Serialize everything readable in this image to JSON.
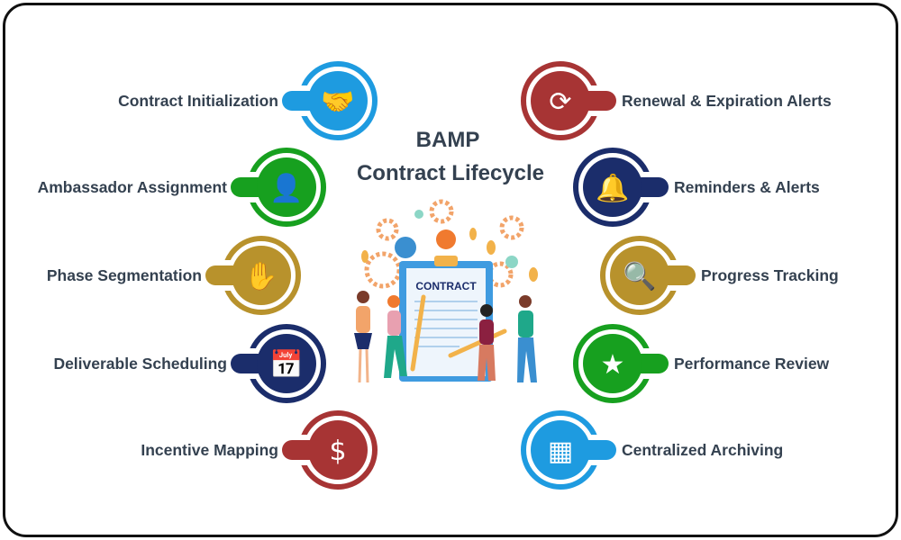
{
  "title": {
    "line1": "BAMP",
    "line2": "Contract Lifecycle"
  },
  "illustration": {
    "clipboard_label": "CONTRACT"
  },
  "colors": {
    "blue": "#1e9be0",
    "green": "#17a01f",
    "gold": "#b8922c",
    "navy": "#1b2d6b",
    "red": "#a73434",
    "text": "#344150"
  },
  "left_items": [
    {
      "label": "Contract Initialization",
      "icon": "handshake-document-icon",
      "color": "#1e9be0"
    },
    {
      "label": "Ambassador Assignment",
      "icon": "person-badge-icon",
      "color": "#17a01f"
    },
    {
      "label": "Phase Segmentation",
      "icon": "hands-phases-icon",
      "color": "#b8922c"
    },
    {
      "label": "Deliverable Scheduling",
      "icon": "calendar-clock-icon",
      "color": "#1b2d6b"
    },
    {
      "label": "Incentive Mapping",
      "icon": "money-bags-hand-icon",
      "color": "#a73434"
    }
  ],
  "right_items": [
    {
      "label": "Renewal & Expiration Alerts",
      "icon": "renewal-cycle-icon",
      "color": "#a73434"
    },
    {
      "label": "Reminders & Alerts",
      "icon": "bell-icon",
      "color": "#1b2d6b"
    },
    {
      "label": "Progress Tracking",
      "icon": "chart-magnifier-icon",
      "color": "#b8922c"
    },
    {
      "label": "Performance Review",
      "icon": "rating-stars-icon",
      "color": "#17a01f"
    },
    {
      "label": "Centralized Archiving",
      "icon": "archive-shelves-icon",
      "color": "#1e9be0"
    }
  ]
}
